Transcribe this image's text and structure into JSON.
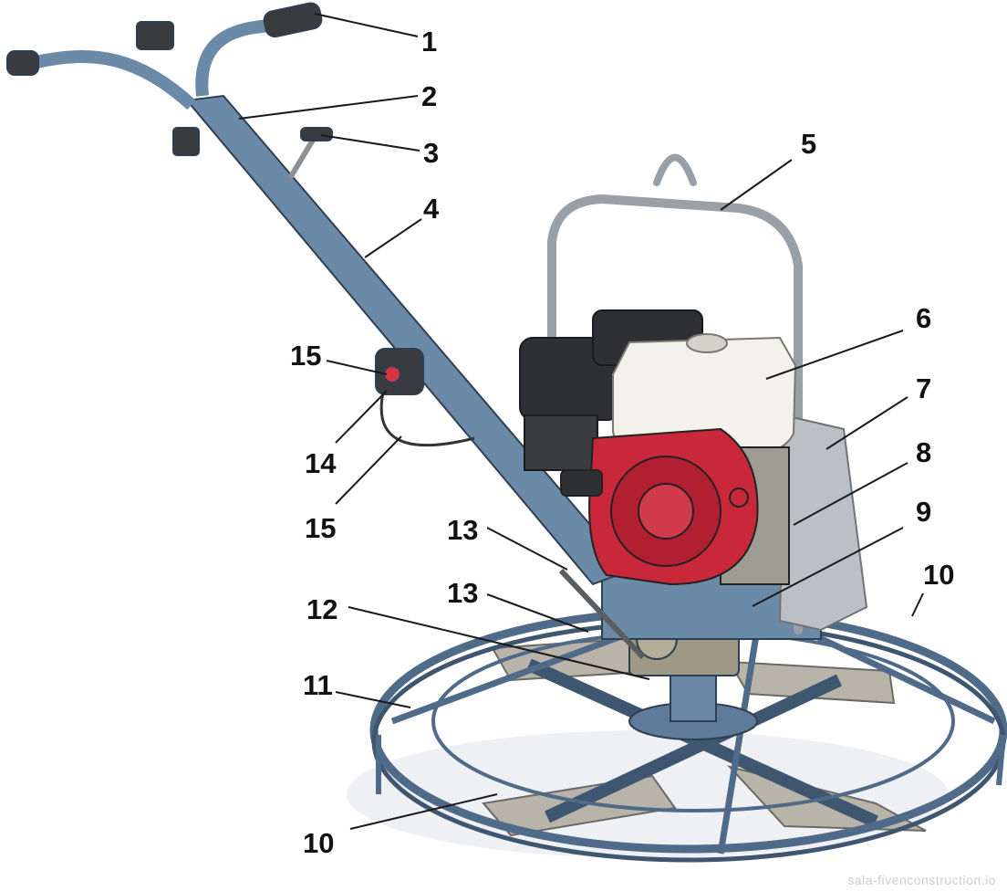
{
  "colors": {
    "frame_blue": "#6b8aa8",
    "frame_blue_dark": "#3e5670",
    "engine_red": "#c9283a",
    "tank_white": "#f2f1ea",
    "engine_black": "#2f3033",
    "blade_gray": "#b9b4aa",
    "cage_silver": "#b9bec4"
  },
  "icons": [
    "power-trowel-illustration"
  ],
  "callouts": [
    {
      "label": "1"
    },
    {
      "label": "2"
    },
    {
      "label": "3"
    },
    {
      "label": "4"
    },
    {
      "label": "5"
    },
    {
      "label": "6"
    },
    {
      "label": "7"
    },
    {
      "label": "8"
    },
    {
      "label": "9"
    },
    {
      "label": "10"
    },
    {
      "label": "11"
    },
    {
      "label": "12"
    },
    {
      "label": "13"
    },
    {
      "label": "13"
    },
    {
      "label": "10"
    },
    {
      "label": "15"
    },
    {
      "label": "14"
    },
    {
      "label": "15"
    }
  ],
  "watermark": "sala-fivenconstruction.io"
}
